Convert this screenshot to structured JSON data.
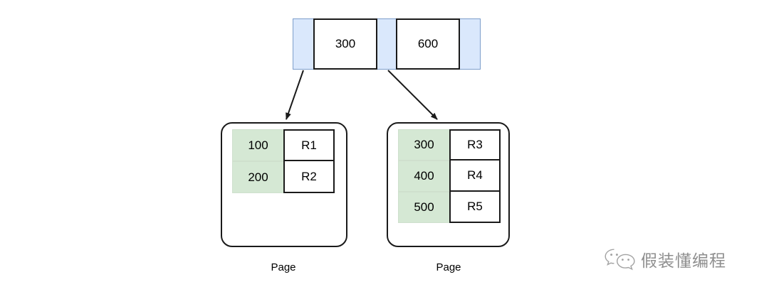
{
  "diagram": {
    "type": "b-plus-tree",
    "colors": {
      "pointer_fill": "#dae8fc",
      "pointer_border": "#7d9ecb",
      "key_fill": "#d5e8d4",
      "node_border": "#1a1a1a",
      "background": "#ffffff"
    },
    "root_node": {
      "cells": [
        {
          "kind": "pointer",
          "label": ""
        },
        {
          "kind": "key",
          "label": "300"
        },
        {
          "kind": "pointer",
          "label": ""
        },
        {
          "kind": "key",
          "label": "600"
        },
        {
          "kind": "pointer",
          "label": ""
        }
      ]
    },
    "leaf_pages": [
      {
        "caption": "Page",
        "entries": [
          {
            "key": "100",
            "record": "R1"
          },
          {
            "key": "200",
            "record": "R2"
          }
        ]
      },
      {
        "caption": "Page",
        "entries": [
          {
            "key": "300",
            "record": "R3"
          },
          {
            "key": "400",
            "record": "R4"
          },
          {
            "key": "500",
            "record": "R5"
          }
        ]
      }
    ],
    "edges": [
      {
        "from": "root-pointer-0",
        "to": "page-left"
      },
      {
        "from": "root-pointer-1",
        "to": "page-right"
      }
    ]
  },
  "watermark": {
    "icon": "wechat-icon",
    "text": "假装懂编程"
  }
}
